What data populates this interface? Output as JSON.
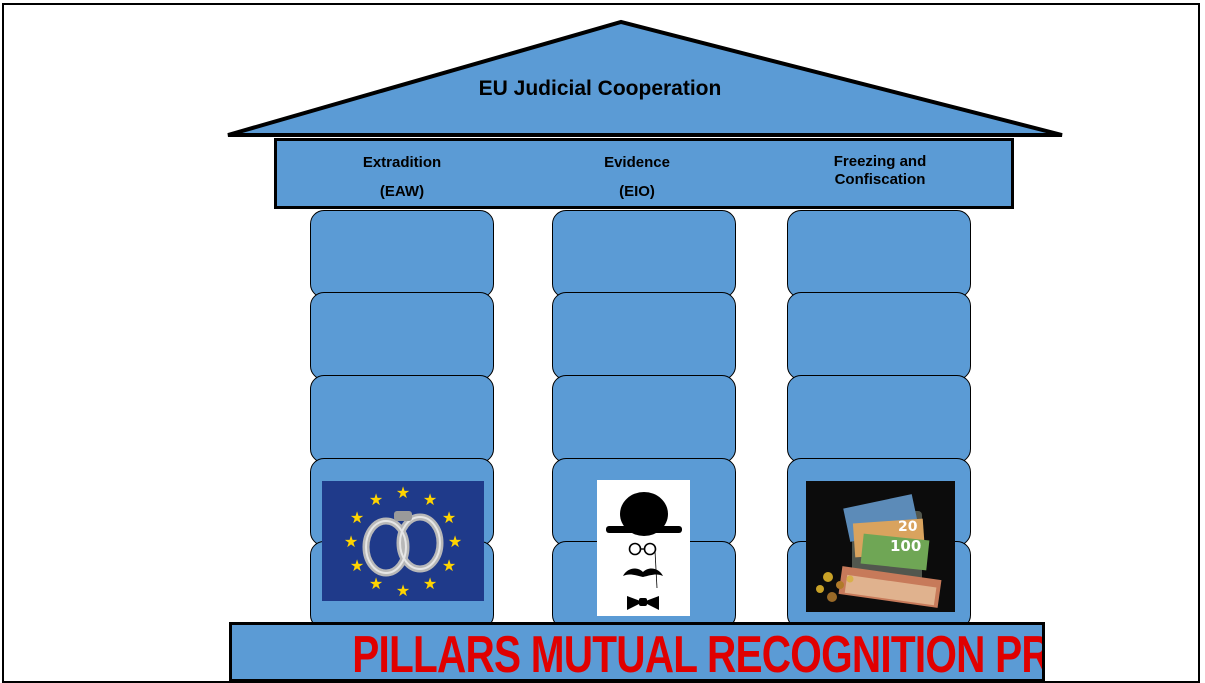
{
  "roof": {
    "title": "EU Judicial Cooperation"
  },
  "pillars": [
    {
      "id": "extradition",
      "heading_line1": "Extradition",
      "heading_line2": "(EAW)",
      "image": "eu-flag-handcuffs"
    },
    {
      "id": "evidence",
      "heading_line1": "Evidence",
      "heading_line2": "(EIO)",
      "image": "detective-bowler-hat-monocle"
    },
    {
      "id": "freezing",
      "heading_line1": "Freezing and",
      "heading_line2": "Confiscation",
      "image": "euro-banknotes-coins"
    }
  ],
  "base": {
    "label": "PILLARS MUTUAL RECOGNITION PRINCIPLE"
  },
  "colors": {
    "fill": "#5b9bd5",
    "outline": "#000000",
    "banner_text": "#e00000",
    "flag_blue": "#1f3a8a",
    "star_yellow": "#ffd400"
  }
}
